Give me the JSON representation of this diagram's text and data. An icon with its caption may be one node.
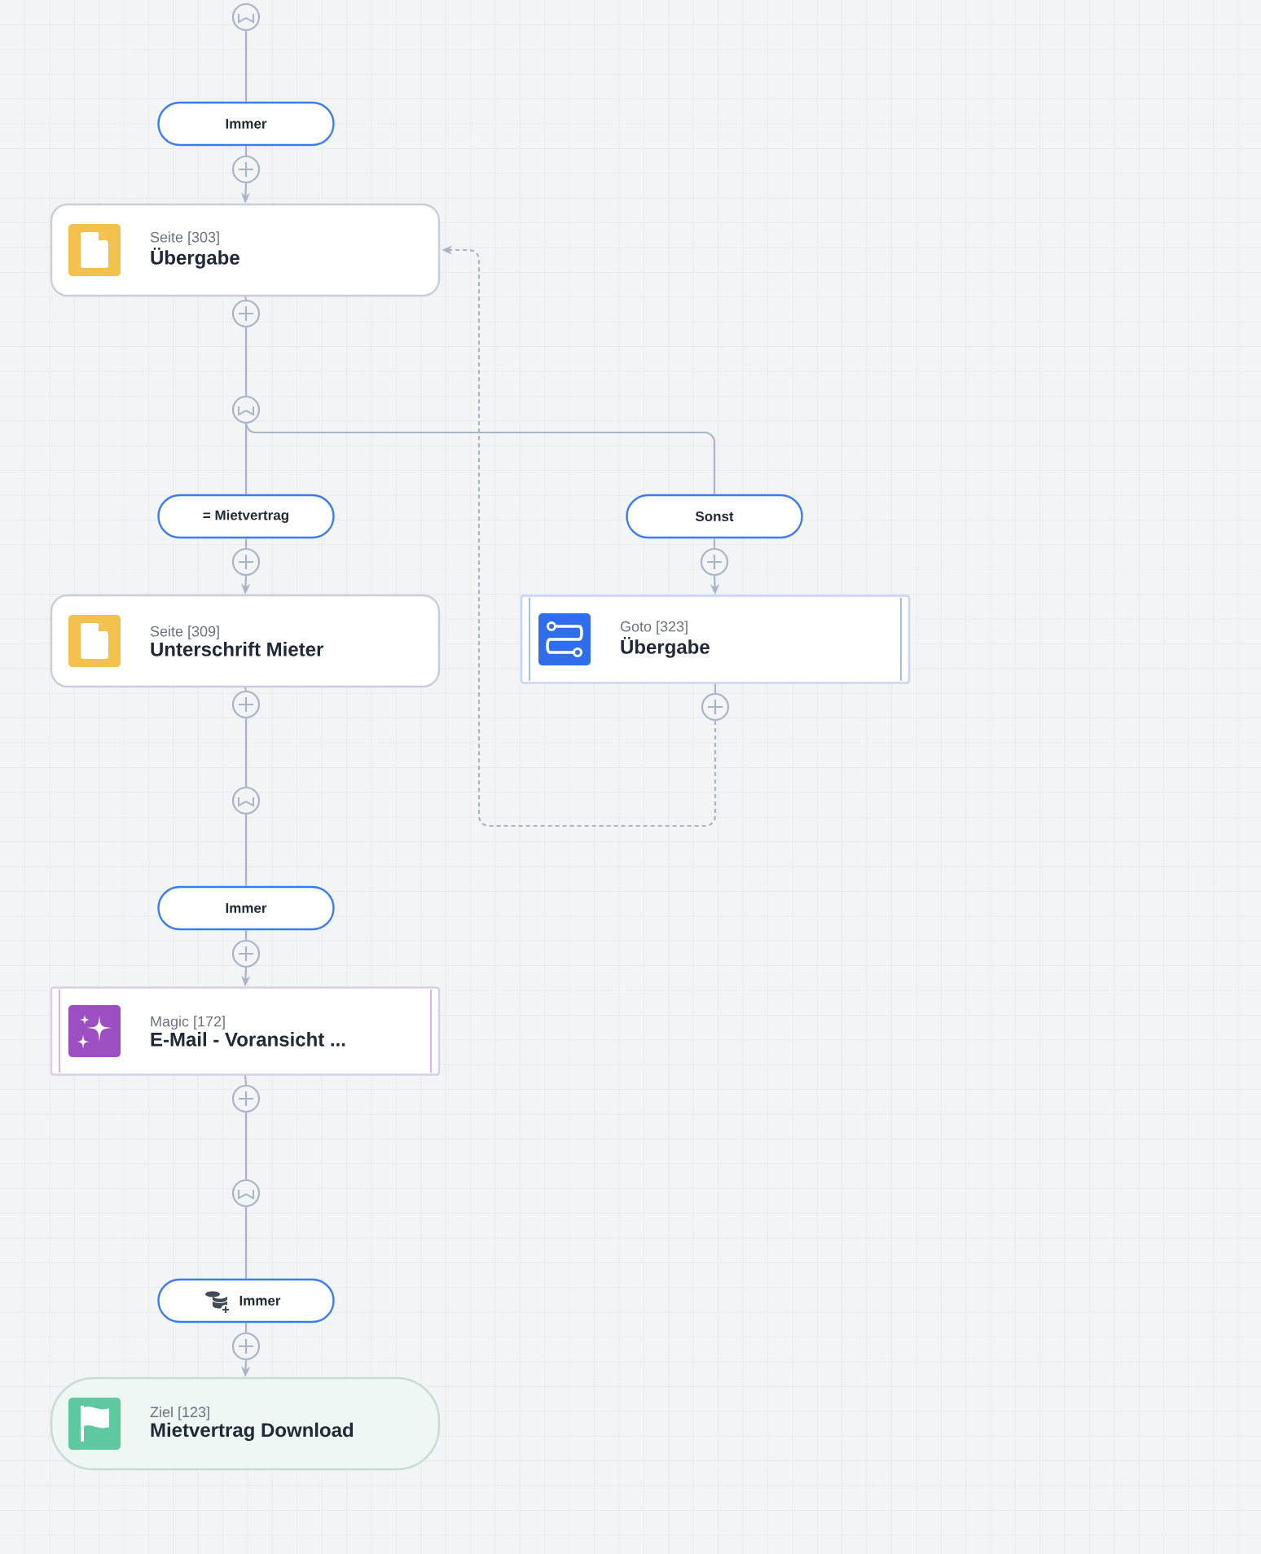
{
  "diagram": {
    "nodes": [
      {
        "text": [],
        "shape": "circle"
      },
      {
        "text": [
          "Immer"
        ]
      },
      {
        "text": [],
        "shape": "circle"
      },
      {
        "text": [
          "Seite [303]",
          "Übergabe"
        ]
      },
      {
        "text": [],
        "shape": "circle"
      },
      {
        "text": [],
        "shape": "circle"
      },
      {
        "text": [
          "= Mietvertrag"
        ]
      },
      {
        "text": [
          "Sonst"
        ]
      },
      {
        "text": [],
        "shape": "circle"
      },
      {
        "text": [],
        "shape": "circle"
      },
      {
        "text": [
          "Seite [309]",
          "Unterschrift Mieter"
        ]
      },
      {
        "text": [
          "Goto [323]",
          "Übergabe"
        ]
      },
      {
        "text": [],
        "shape": "circle"
      },
      {
        "text": [],
        "shape": "circle"
      },
      {
        "text": [],
        "shape": "circle"
      },
      {
        "text": [
          "Immer"
        ]
      },
      {
        "text": [],
        "shape": "circle"
      },
      {
        "text": [
          "Magic [172]",
          "E-Mail - Voransicht ..."
        ]
      },
      {
        "text": [],
        "shape": "circle"
      },
      {
        "text": [],
        "shape": "circle"
      },
      {
        "text": [
          "Immer"
        ]
      },
      {
        "text": [],
        "shape": "circle"
      },
      {
        "text": [
          "Ziel [123]",
          "Mietvertrag Download"
        ]
      }
    ],
    "edges": [
      {
        "from": 0,
        "to": 1,
        "arrow": "none"
      },
      {
        "from": 1,
        "to": 2,
        "arrow": "none"
      },
      {
        "from": 2,
        "to": 3,
        "arrow": "to"
      },
      {
        "from": 3,
        "to": 4,
        "arrow": "none"
      },
      {
        "from": 4,
        "to": 5,
        "arrow": "none"
      },
      {
        "from": 5,
        "to": 6,
        "arrow": "none"
      },
      {
        "from": 5,
        "to": 7,
        "arrow": "none"
      },
      {
        "from": 6,
        "to": 8,
        "arrow": "none"
      },
      {
        "from": 7,
        "to": 9,
        "arrow": "none"
      },
      {
        "from": 8,
        "to": 10,
        "arrow": "to"
      },
      {
        "from": 9,
        "to": 11,
        "arrow": "to"
      },
      {
        "from": 11,
        "to": 13,
        "arrow": "none"
      },
      {
        "from": 13,
        "to": 3,
        "arrow": "to",
        "style": "dashed"
      },
      {
        "from": 10,
        "to": 12,
        "arrow": "none"
      },
      {
        "from": 12,
        "to": 14,
        "arrow": "none"
      },
      {
        "from": 14,
        "to": 15,
        "arrow": "none"
      },
      {
        "from": 15,
        "to": 16,
        "arrow": "none"
      },
      {
        "from": 16,
        "to": 17,
        "arrow": "to"
      },
      {
        "from": 17,
        "to": 18,
        "arrow": "none"
      },
      {
        "from": 18,
        "to": 19,
        "arrow": "none"
      },
      {
        "from": 19,
        "to": 20,
        "arrow": "none"
      },
      {
        "from": 20,
        "to": 21,
        "arrow": "none"
      },
      {
        "from": 21,
        "to": 22,
        "arrow": "to"
      }
    ]
  }
}
